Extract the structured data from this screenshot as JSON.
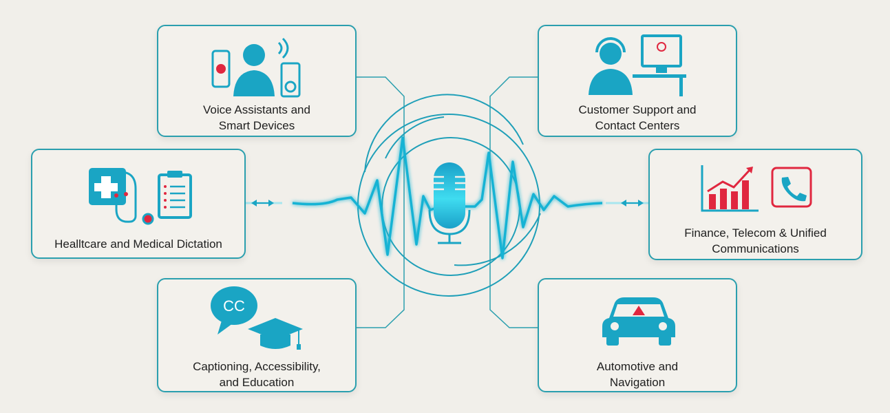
{
  "colors": {
    "accent": "#1aa5c4",
    "border": "#2a9fae",
    "red": "#e0273f",
    "bg": "#f1efea"
  },
  "center": {
    "icon": "microphone-icon"
  },
  "cards": [
    {
      "id": "voice",
      "line1": "Voice Assistants and",
      "line2": "Smart Devices",
      "icon": "voice-assistant-icon"
    },
    {
      "id": "support",
      "line1": "Customer Support and",
      "line2": "Contact Centers",
      "icon": "call-center-agent-icon"
    },
    {
      "id": "health",
      "line1": "Healltcare and Medical Dictation",
      "icon": "medical-icon"
    },
    {
      "id": "finance",
      "line1": "Finance, Telecom & Unified",
      "line2": "Communications",
      "icon": "finance-telecom-icon"
    },
    {
      "id": "caption",
      "line1": "Captioning, Accessibility,",
      "line2": "and Education",
      "icon": "captioning-education-icon",
      "cc": "CC"
    },
    {
      "id": "auto",
      "line1": "Automotive and",
      "line2": "Navigation",
      "icon": "car-icon"
    }
  ]
}
